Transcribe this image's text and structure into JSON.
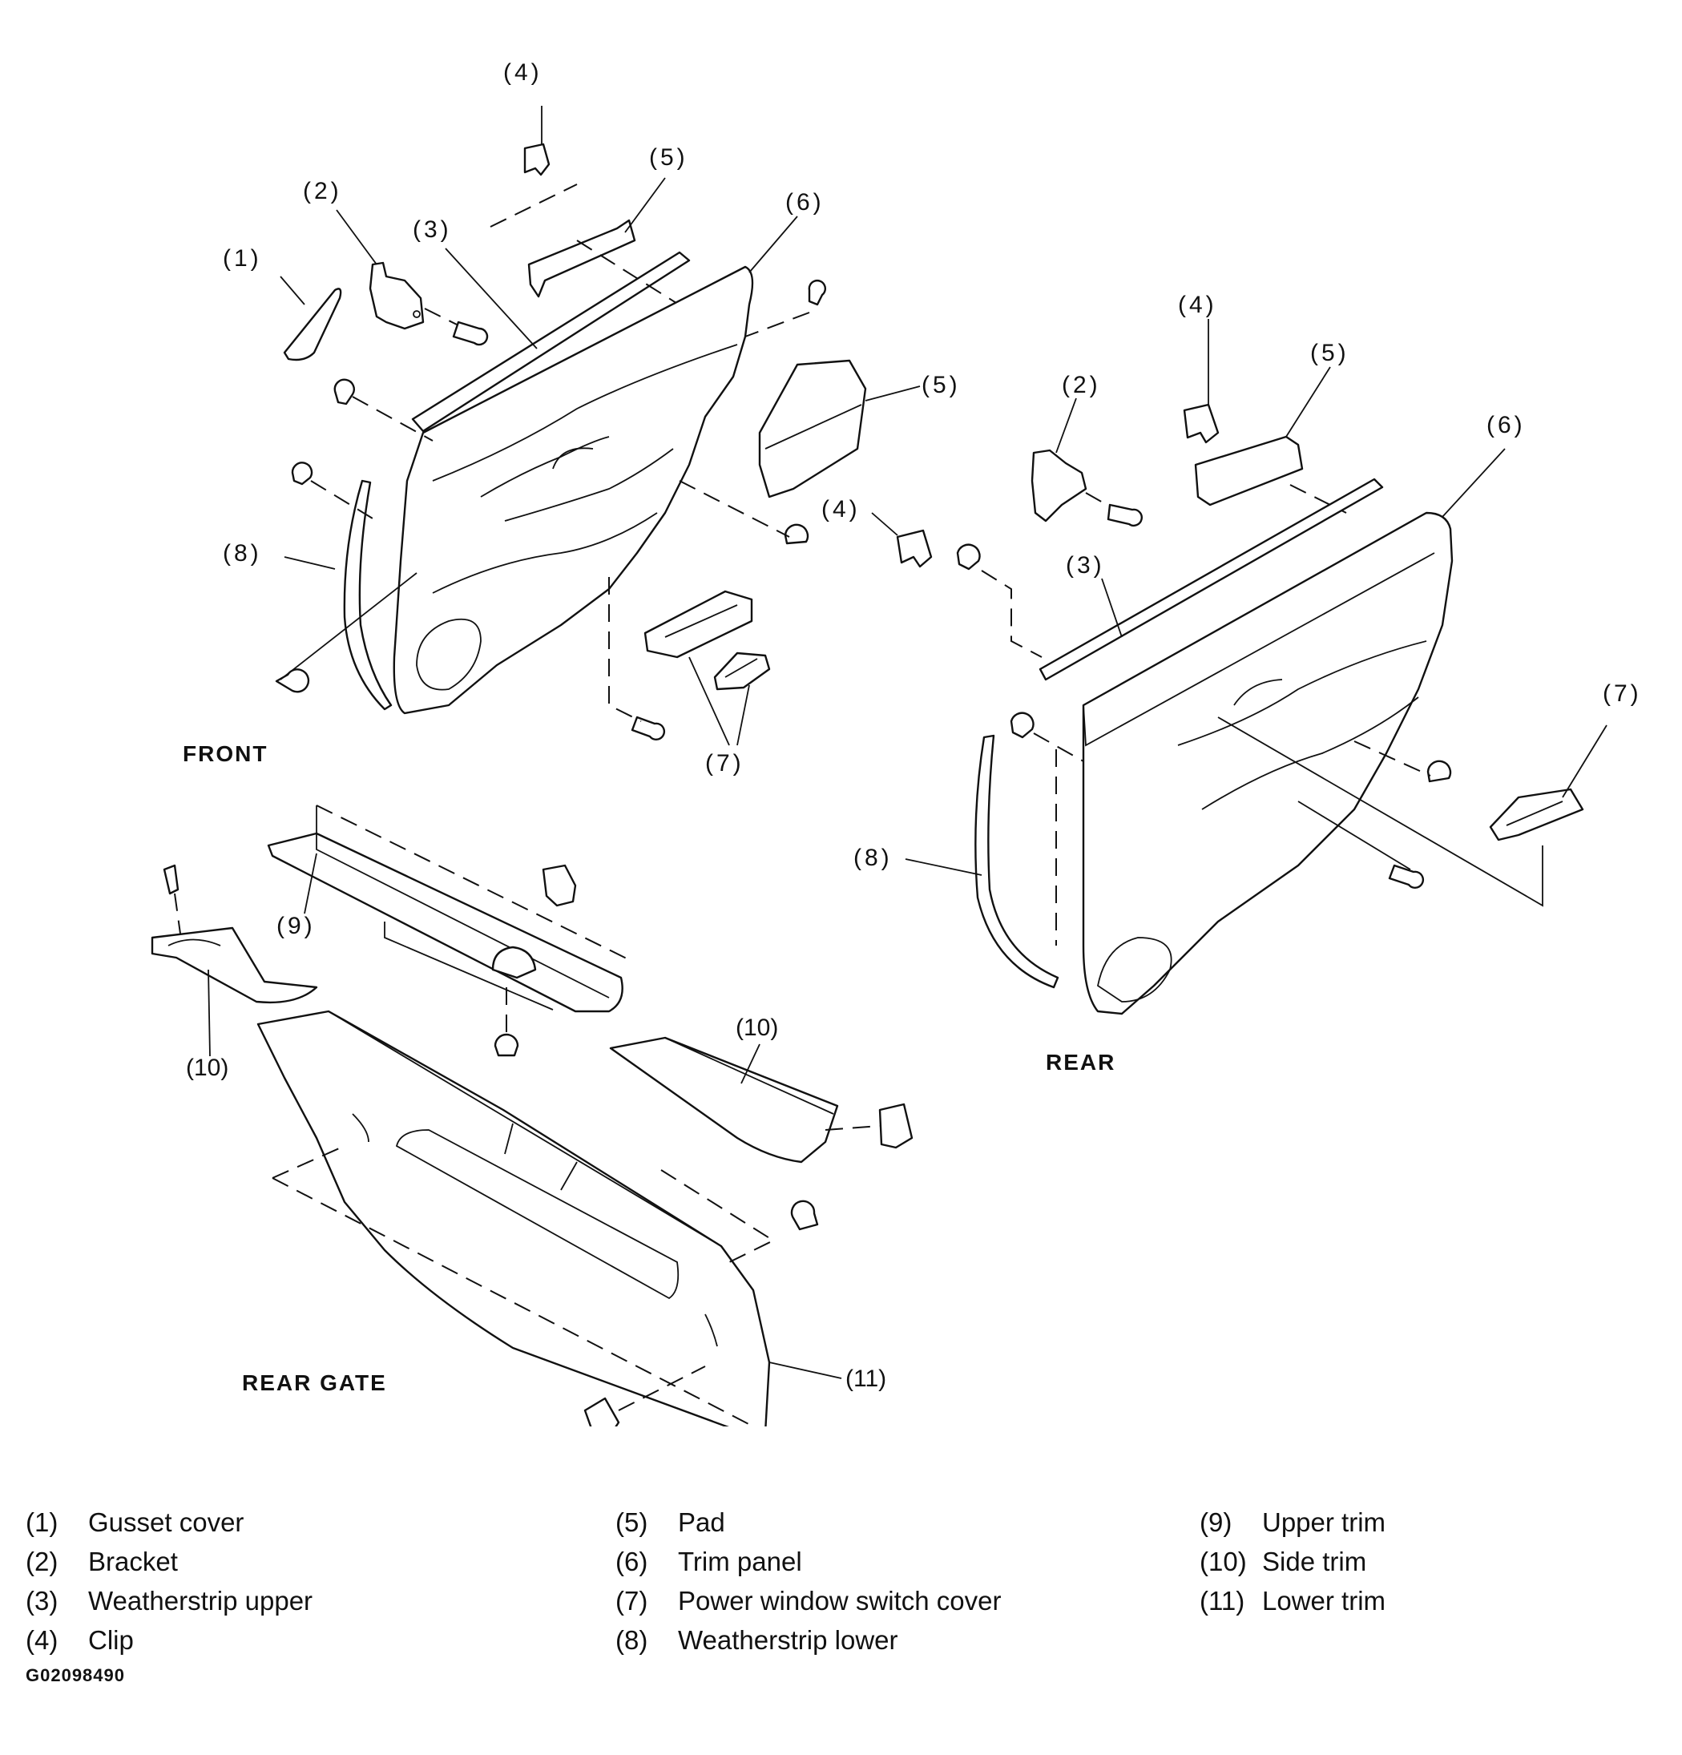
{
  "sections": {
    "front": "FRONT",
    "rear": "REAR",
    "rear_gate": "REAR GATE"
  },
  "callouts": [
    "(1)",
    "(2)",
    "(3)",
    "(4)",
    "(5)",
    "(6)",
    "(7)",
    "(8)",
    "(9)",
    "(10)",
    "(11)"
  ],
  "legend": [
    {
      "num": "(1)",
      "label": "Gusset cover"
    },
    {
      "num": "(2)",
      "label": "Bracket"
    },
    {
      "num": "(3)",
      "label": "Weatherstrip upper"
    },
    {
      "num": "(4)",
      "label": "Clip"
    },
    {
      "num": "(5)",
      "label": "Pad"
    },
    {
      "num": "(6)",
      "label": "Trim panel"
    },
    {
      "num": "(7)",
      "label": "Power window switch cover"
    },
    {
      "num": "(8)",
      "label": "Weatherstrip lower"
    },
    {
      "num": "(9)",
      "label": "Upper trim"
    },
    {
      "num": "(10)",
      "label": "Side trim"
    },
    {
      "num": "(11)",
      "label": "Lower trim"
    }
  ],
  "figure_code": "G02098490"
}
